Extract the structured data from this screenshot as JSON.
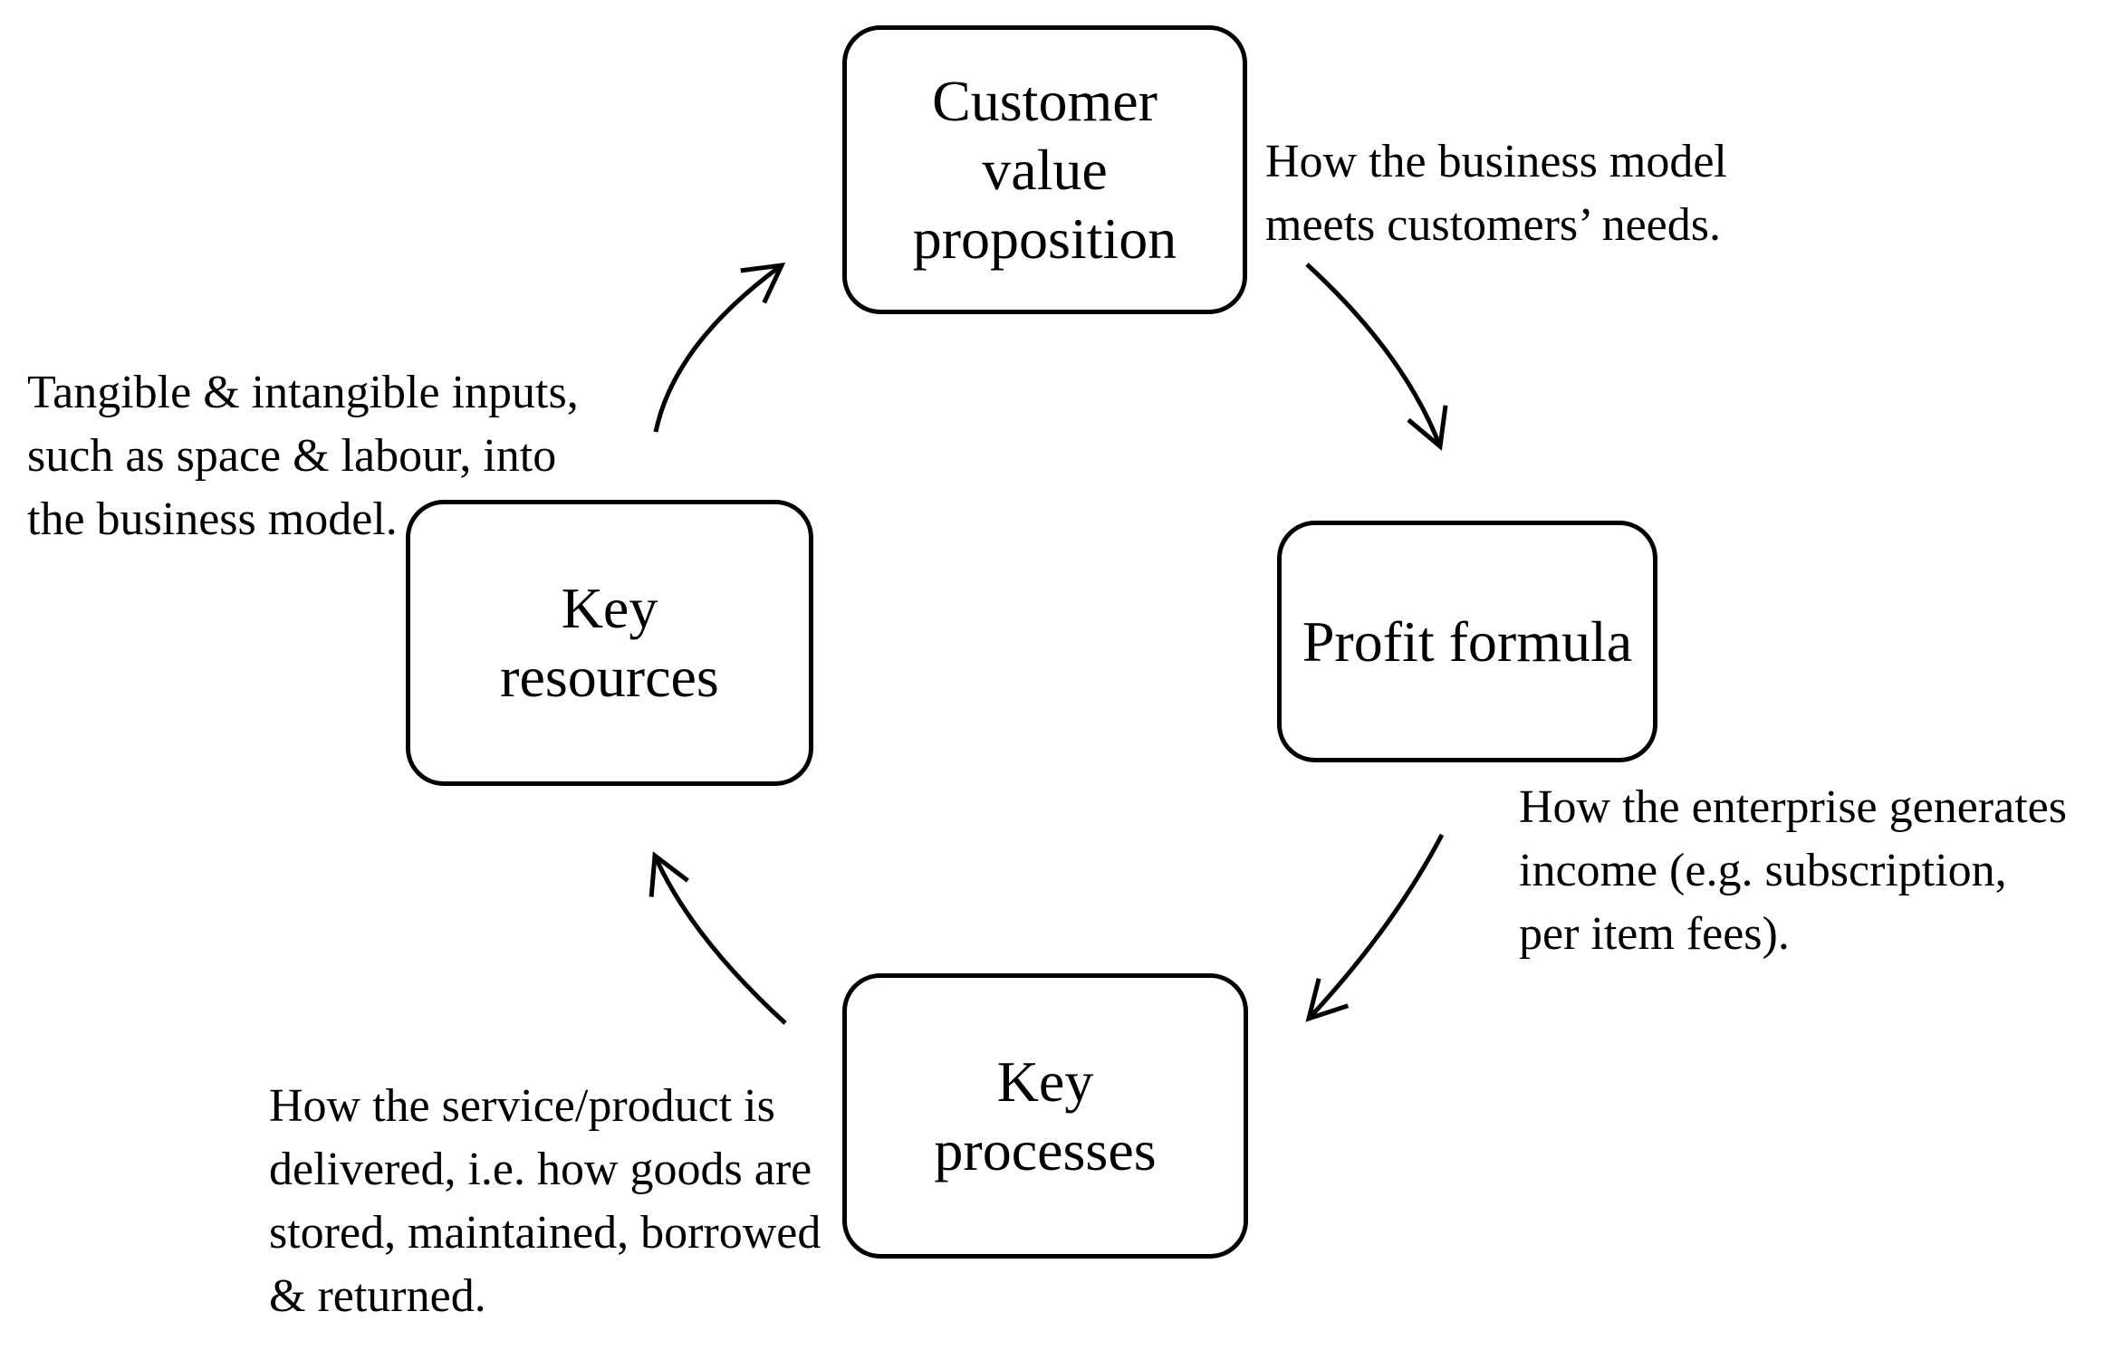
{
  "colors": {
    "background": "#ffffff",
    "stroke": "#000000",
    "text": "#000000"
  },
  "diagram": {
    "nodes": [
      {
        "id": "customer-value-proposition",
        "label": "Customer\nvalue\nproposition"
      },
      {
        "id": "profit-formula",
        "label": "Profit formula"
      },
      {
        "id": "key-processes",
        "label": "Key\nprocesses"
      },
      {
        "id": "key-resources",
        "label": "Key\nresources"
      }
    ],
    "annotations": [
      {
        "near": "arrow from customer value proposition to profit formula",
        "text": "How the business model\nmeets customers’ needs."
      },
      {
        "near": "arrow from profit formula to key processes",
        "text": "How the enterprise generates\nincome (e.g. subscription,\nper item fees)."
      },
      {
        "near": "key processes box",
        "text": "How the service/product is\ndelivered, i.e. how goods are\nstored, maintained, borrowed\n& returned."
      },
      {
        "near": "key resources box",
        "text": "Tangible & intangible inputs,\nsuch as space & labour, into\nthe business model."
      }
    ],
    "arrows": [
      {
        "from": "key-resources",
        "to": "customer-value-proposition"
      },
      {
        "from": "customer-value-proposition",
        "to": "profit-formula"
      },
      {
        "from": "profit-formula",
        "to": "key-processes"
      },
      {
        "from": "key-processes",
        "to": "key-resources"
      }
    ]
  }
}
